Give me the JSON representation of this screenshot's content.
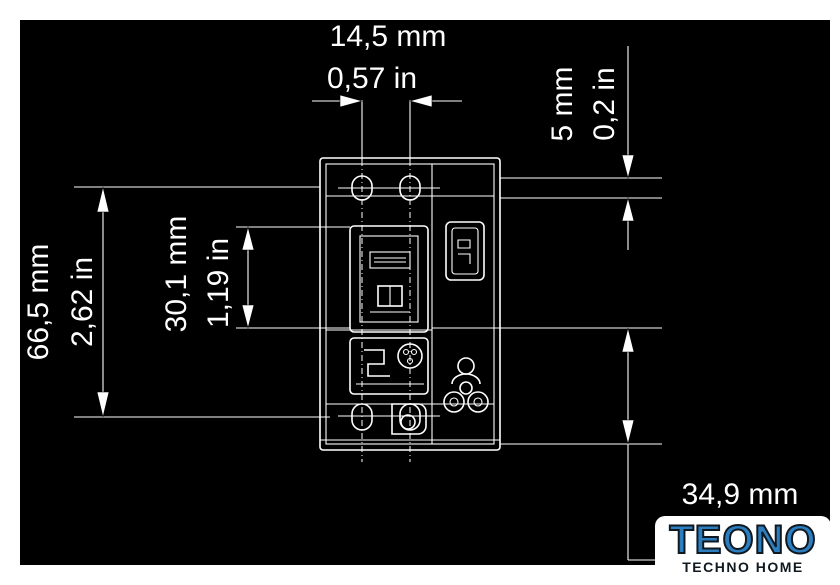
{
  "dimensions": {
    "top_width_mm": "14,5 mm",
    "top_width_in": "0,57 in",
    "right_gap_mm": "5 mm",
    "right_gap_in": "0,2 in",
    "left_height_mm": "66,5 mm",
    "left_height_in": "2,62 in",
    "center_height_mm": "30,1 mm",
    "center_height_in": "1,19 in",
    "bottom_depth_mm": "34,9 mm"
  },
  "logo": {
    "word": "TEONO",
    "subtitle": "TECHNO HOME",
    "colors": {
      "primary": "#2b7fc1",
      "outline": "#101820"
    }
  },
  "colors": {
    "background": "#000000",
    "lines": "#ffffff"
  }
}
